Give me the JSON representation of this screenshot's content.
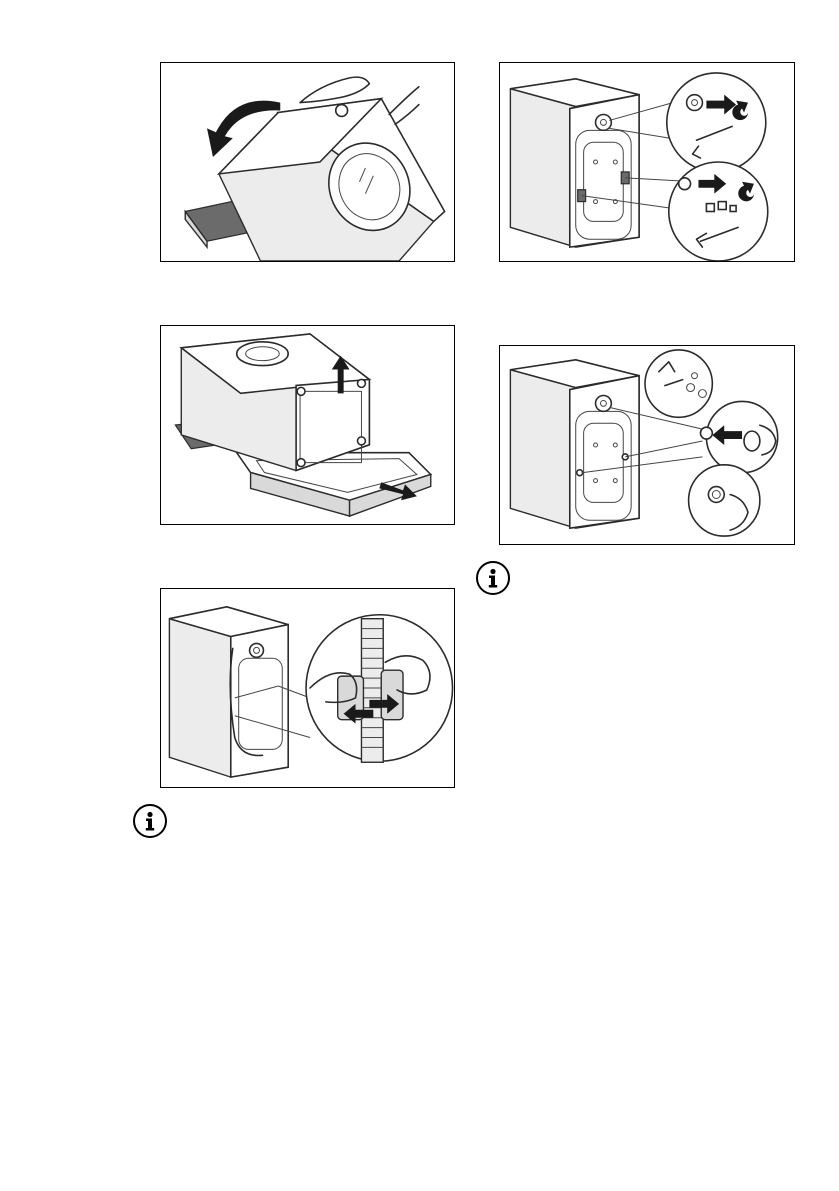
{
  "figures": [
    {
      "icon": "tilt-machine-illustration"
    },
    {
      "icon": "remove-base-illustration"
    },
    {
      "icon": "hose-clamp-illustration"
    },
    {
      "icon": "remove-transit-bolts-illustration"
    },
    {
      "icon": "insert-plastic-caps-illustration"
    }
  ],
  "notes": [
    {
      "icon": "info-icon"
    },
    {
      "icon": "info-icon"
    }
  ],
  "colors": {
    "line": "#2b2b2b",
    "fill_grey": "#d9d9d9",
    "arrow": "#1a1a1a"
  }
}
